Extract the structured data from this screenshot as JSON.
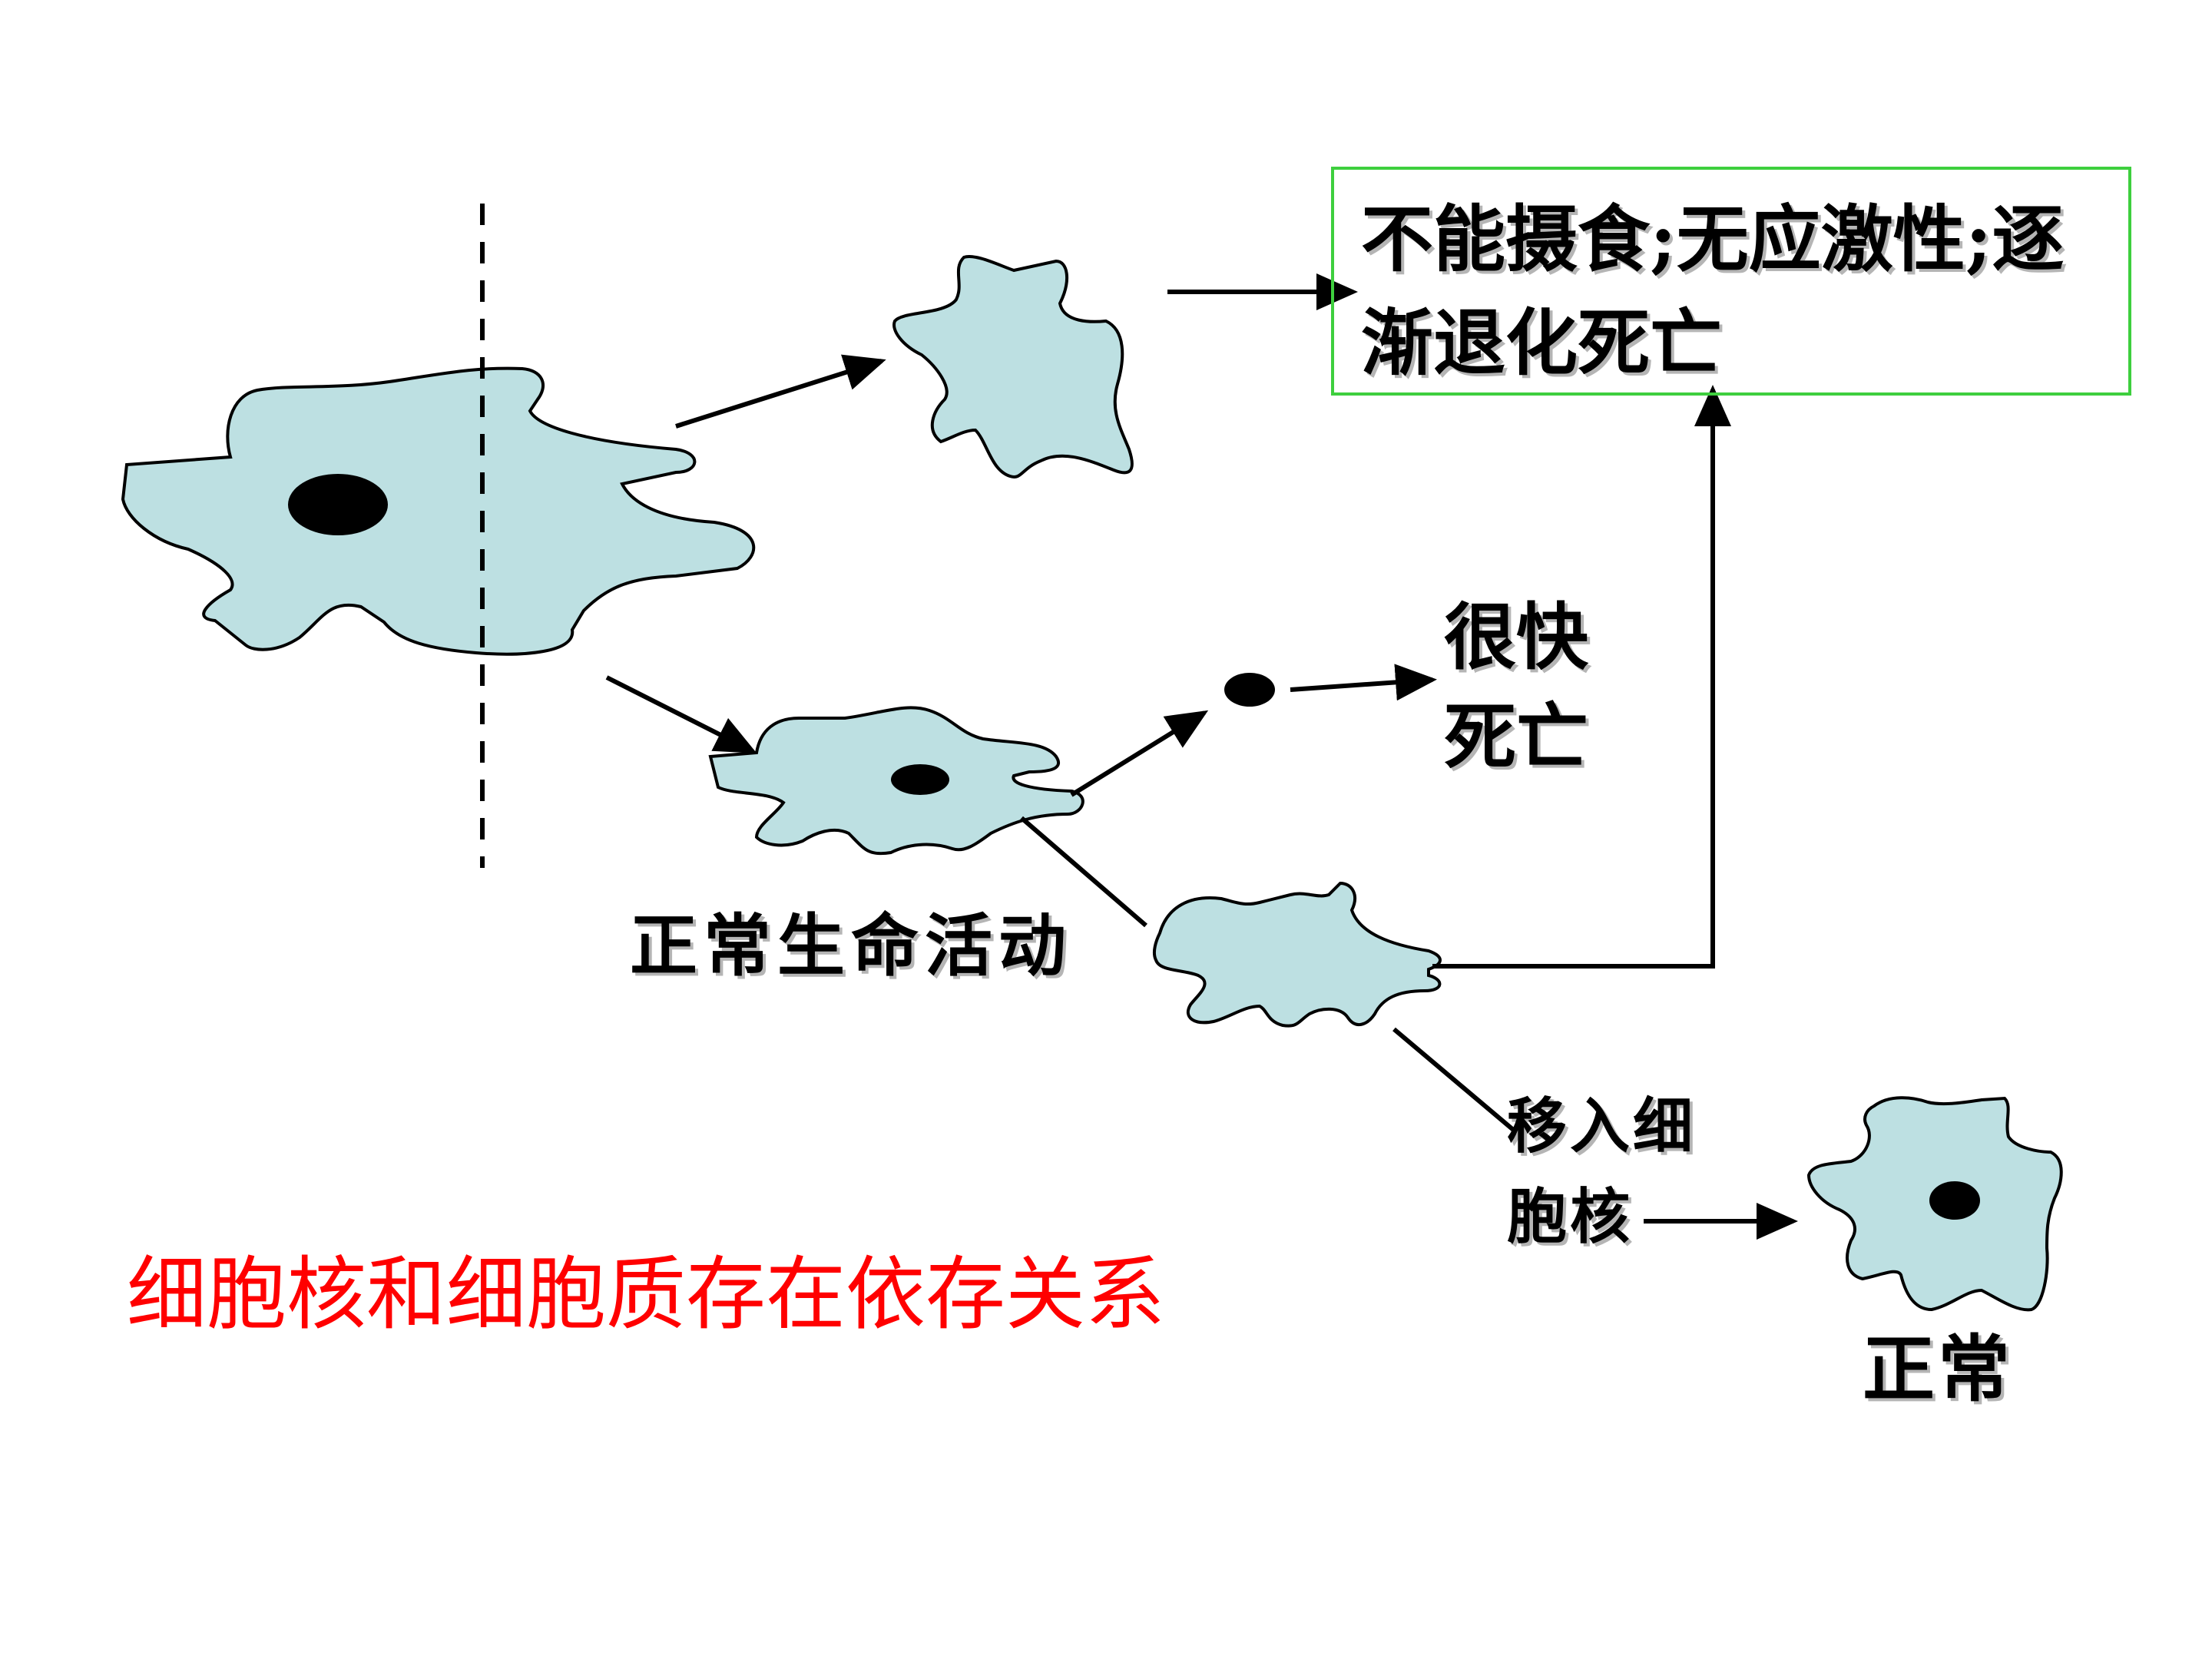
{
  "labels": {
    "outcome_no_nucleus": "不能摄食;无应激性;逐渐退化死亡",
    "fast_death": "很快死亡",
    "normal_life": "正常生命活动",
    "move_into_nucleus": "移入细胞核",
    "normal": "正常",
    "conclusion": "细胞核和细胞质存在依存关系"
  },
  "colors": {
    "cell_fill": "#bde0e2",
    "cell_stroke": "#000000",
    "nucleus": "#000000",
    "box_border": "#3ecf3e",
    "conclusion_text": "#ff0000"
  }
}
